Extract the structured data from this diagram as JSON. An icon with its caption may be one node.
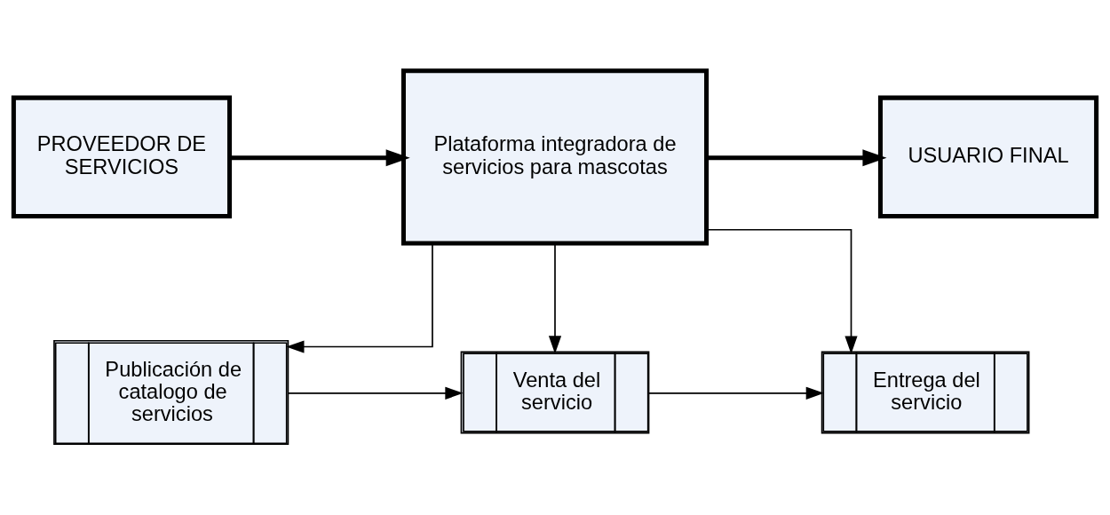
{
  "diagram": {
    "nodes": [
      {
        "text": [
          "PROVEEDOR DE SERVICIOS"
        ]
      },
      {
        "text": [
          "Plataforma integradora de servicios para mascotas"
        ]
      },
      {
        "text": [
          "USUARIO FINAL"
        ]
      },
      {
        "text": [
          "Publicación de catalogo de servicios"
        ]
      },
      {
        "text": [
          "Venta del servicio"
        ]
      },
      {
        "text": [
          "Entrega del servicio"
        ]
      }
    ],
    "edges": [
      {
        "from": 0,
        "to": 1,
        "arrow": "to",
        "style": "thick"
      },
      {
        "from": 1,
        "to": 2,
        "arrow": "to",
        "style": "thick"
      },
      {
        "from": 1,
        "to": 3,
        "arrow": "to"
      },
      {
        "from": 1,
        "to": 4,
        "arrow": "to"
      },
      {
        "from": 1,
        "to": 5,
        "arrow": "to"
      },
      {
        "from": 3,
        "to": 4,
        "arrow": "to"
      },
      {
        "from": 4,
        "to": 5,
        "arrow": "to"
      }
    ]
  }
}
